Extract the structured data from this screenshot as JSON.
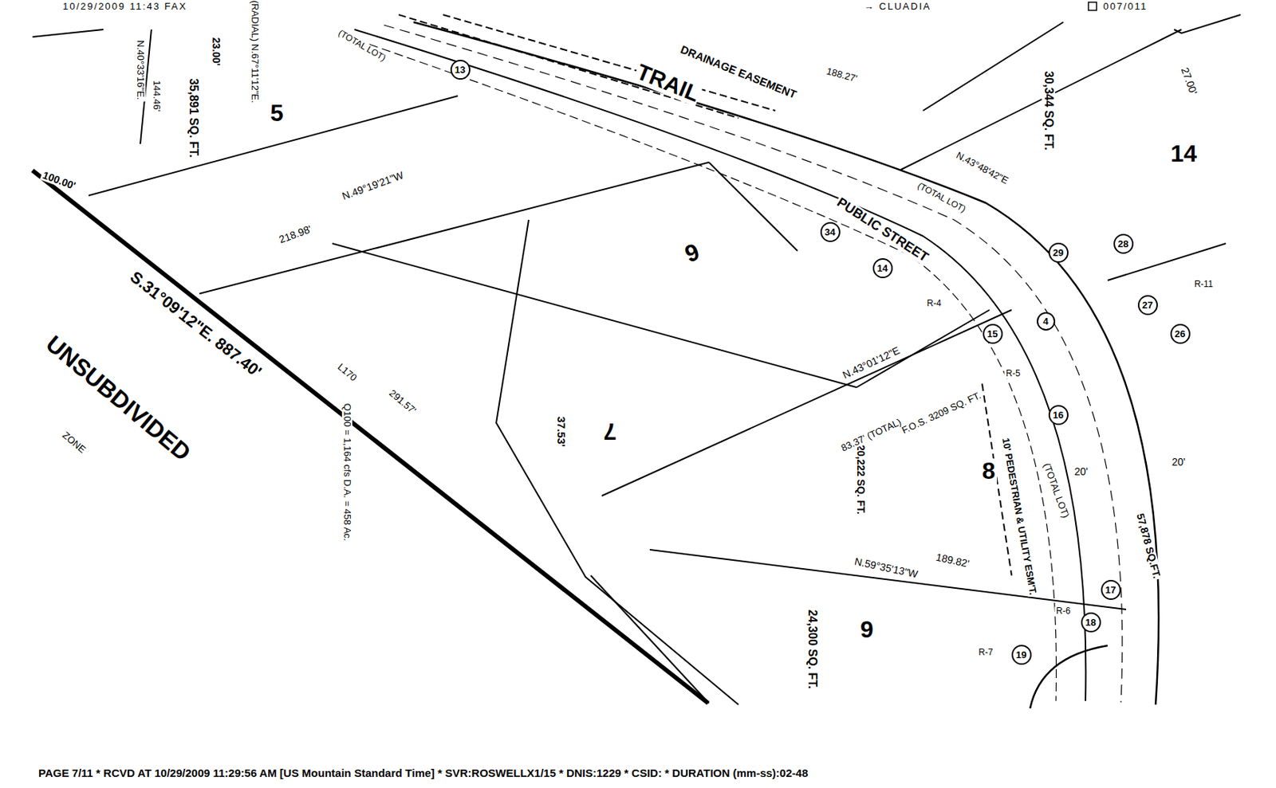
{
  "diagram": {
    "nodes": [
      {
        "text": [
          "13"
        ]
      },
      {
        "text": [
          "34"
        ]
      },
      {
        "text": [
          "14"
        ]
      },
      {
        "text": [
          "15"
        ]
      },
      {
        "text": [
          "4"
        ]
      },
      {
        "text": [
          "29"
        ]
      },
      {
        "text": [
          "28"
        ]
      },
      {
        "text": [
          "27"
        ]
      },
      {
        "text": [
          "26"
        ]
      },
      {
        "text": [
          "16"
        ]
      },
      {
        "text": [
          "17"
        ]
      },
      {
        "text": [
          "18"
        ]
      },
      {
        "text": [
          "19"
        ]
      }
    ],
    "labels": [
      "10/29/2009 11:43 FAX",
      "→ CLUADIA",
      "007/011",
      "PAGE 7/11 * RCVD AT 10/29/2009 11:29:56 AM [US Mountain Standard Time] * SVR:ROSWELLX1/15 * DNIS:1229 * CSID: * DURATION (mm-ss):02-48",
      "5",
      "6",
      "7",
      "8",
      "9",
      "14",
      "PUBLIC STREET",
      "TRAIL",
      "DRAINAGE EASEMENT",
      "S.31°09'12\"E. 887.40'",
      "UNSUBDIVIDED",
      "ZONE",
      "35,891 SQ. FT.",
      "30,344 SQ. FT.",
      "24,300 SQ. FT.",
      "20,222 SQ. FT.",
      "N.59°35'13\"W",
      "189.82'",
      "N.43°01'12\"E",
      "N.40°33'16\"E.",
      "144.46'",
      "(RADIAL) N.67°11'12\"E.",
      "23.00'",
      "100.00'",
      "218.98'",
      "N.49°19'21\"W",
      "20'",
      "20'",
      "10' PEDESTRIAN & UTILITY ESM'T.",
      "(TOTAL LOT)",
      "57,878 SQ.FT.",
      "R-4",
      "R-5",
      "R-6",
      "R-7",
      "R-11",
      "27.00'",
      "F.O.S. 3209 SQ. FT.",
      "Q100 = 1,164 cfs D.A. = 458 Ac.",
      "83.37' (TOTAL)",
      "291.57'",
      "L170",
      "188.27'",
      "N.43°48'42\"E",
      "37.53'",
      "(TOTAL LOT)",
      "(TOTAL LOT)"
    ]
  }
}
